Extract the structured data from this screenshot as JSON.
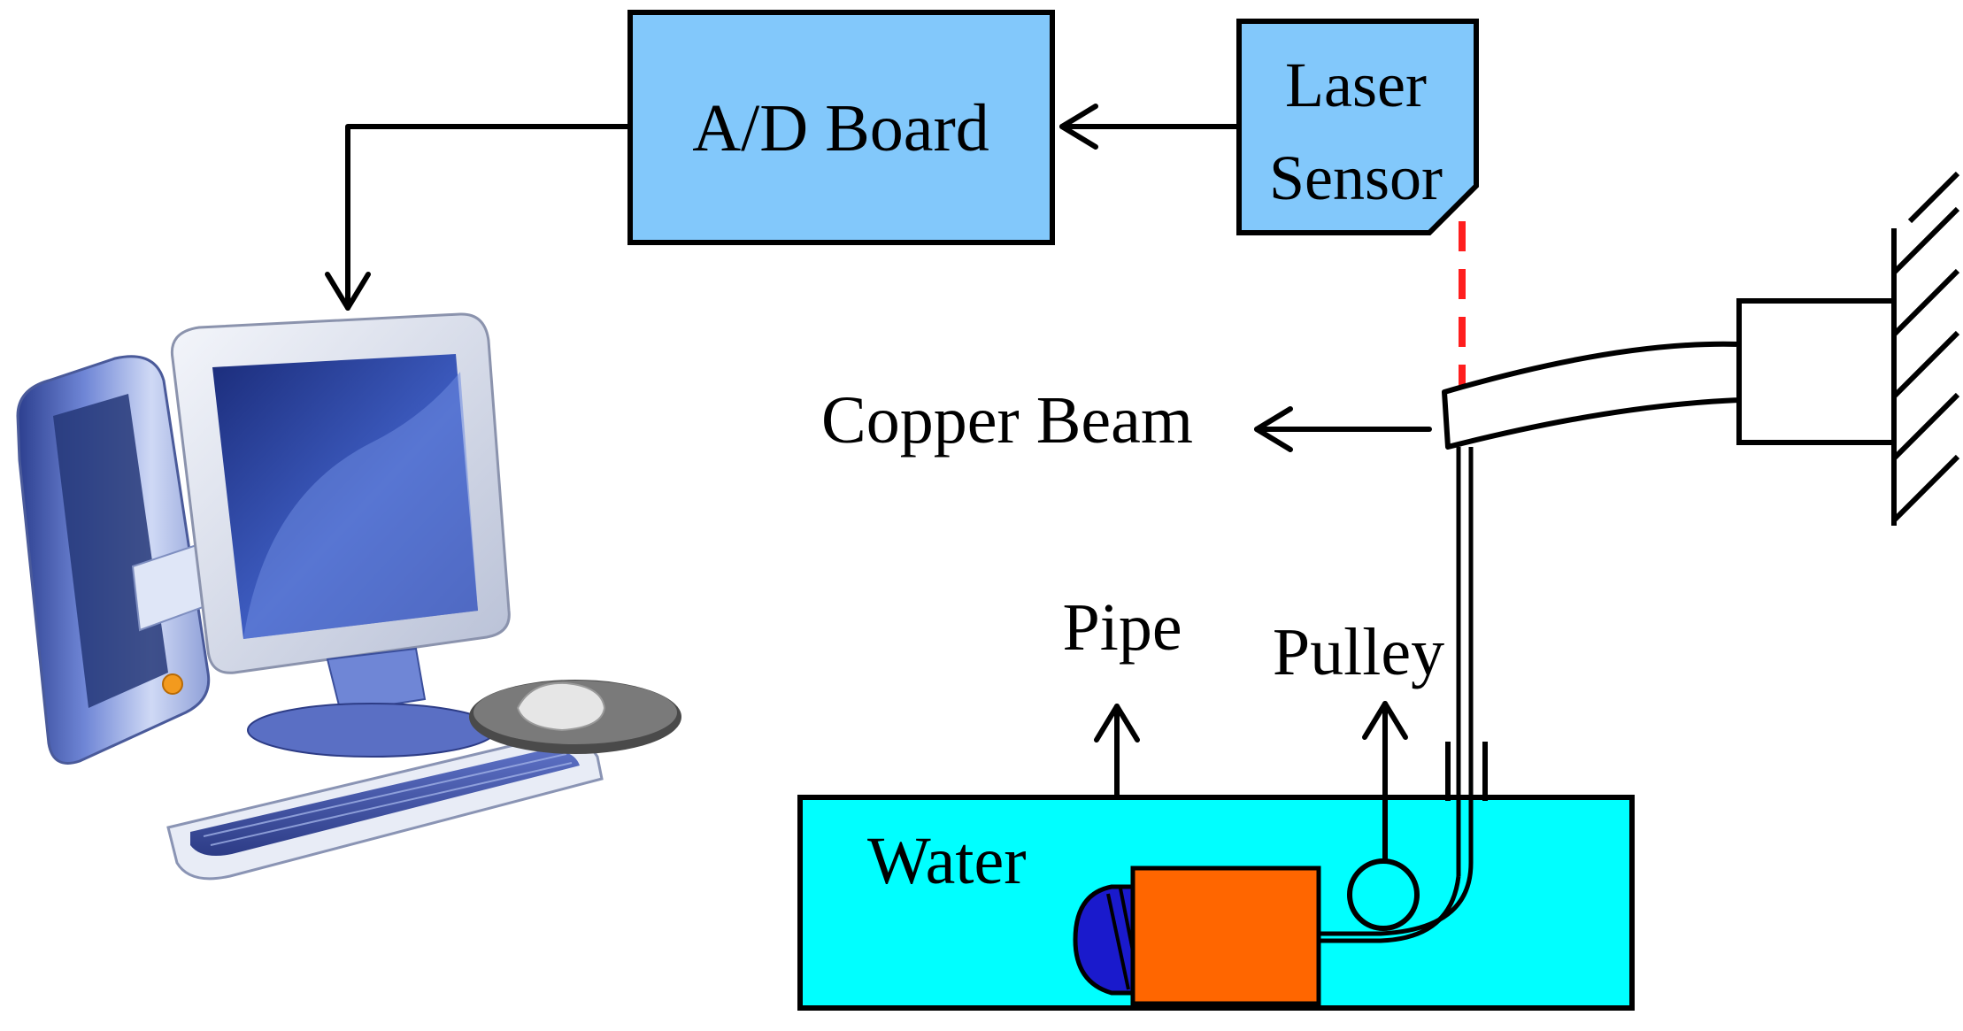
{
  "labels": {
    "ad_board": "A/D Board",
    "laser_sensor_line1": "Laser",
    "laser_sensor_line2": "Sensor",
    "copper_beam": "Copper Beam",
    "pipe": "Pipe",
    "pulley": "Pulley",
    "water": "Water"
  },
  "colors": {
    "box_fill": "#82c8fb",
    "water_fill": "#00ffff",
    "laser_beam": "#ff1e1e",
    "motor_body": "#ff6600",
    "motor_cap": "#1a1acc",
    "stroke": "#000000"
  },
  "icons": {
    "computer": "desktop-computer-icon"
  }
}
